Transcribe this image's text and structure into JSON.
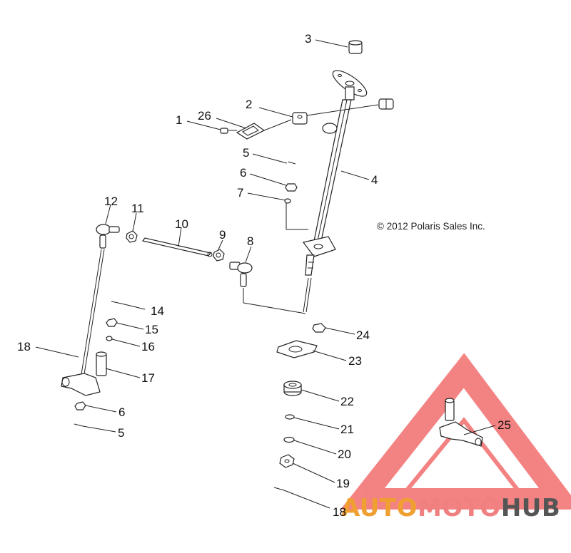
{
  "copyright": "© 2012 Polaris Sales Inc.",
  "watermark": {
    "brand_part1": "AUTO",
    "brand_part2": "MOTO",
    "brand_part3": "HUB",
    "colors": {
      "triangle": "#f05a5a",
      "auto": "#f0a030",
      "moto": "#f08080",
      "hub": "#555555"
    }
  },
  "callouts": {
    "c1": "1",
    "c2": "2",
    "c3": "3",
    "c4": "4",
    "c5a": "5",
    "c5b": "5",
    "c6a": "6",
    "c6b": "6",
    "c7": "7",
    "c8": "8",
    "c9": "9",
    "c10": "10",
    "c11": "11",
    "c12": "12",
    "c14": "14",
    "c15": "15",
    "c16": "16",
    "c17": "17",
    "c18a": "18",
    "c18b": "18",
    "c19": "19",
    "c20": "20",
    "c21": "21",
    "c22": "22",
    "c23": "23",
    "c24": "24",
    "c25": "25",
    "c26": "26"
  }
}
